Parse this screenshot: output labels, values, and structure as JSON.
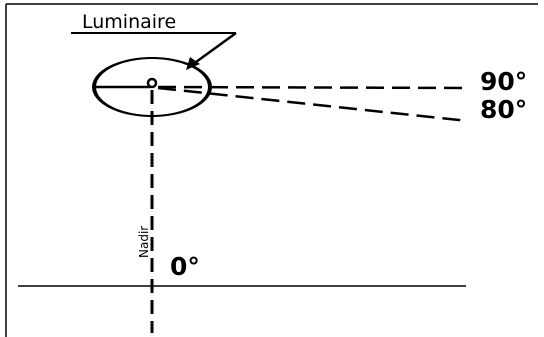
{
  "diagram": {
    "luminaire_label": "Luminaire",
    "angle_90_label": "90°",
    "angle_80_label": "80°",
    "angle_0_label": "0°",
    "nadir_label": "Nadir"
  },
  "colors": {
    "ink": "#000000",
    "background": "#ffffff"
  }
}
